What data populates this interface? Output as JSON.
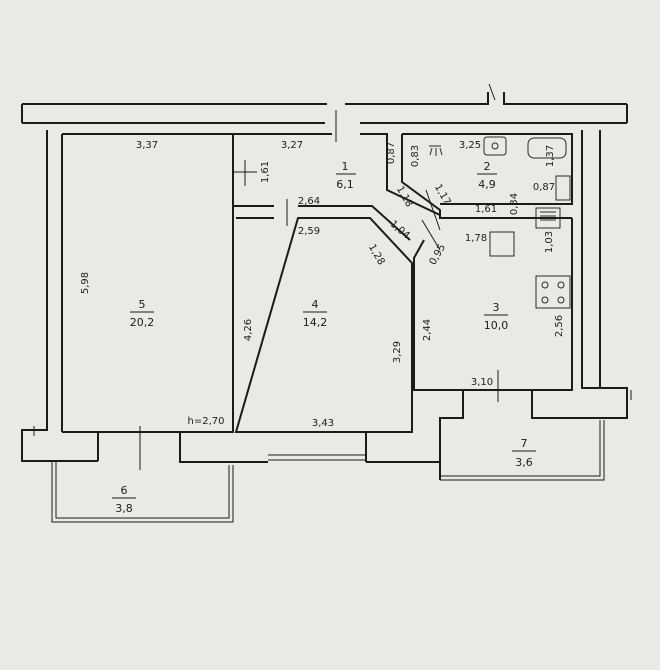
{
  "rooms": [
    {
      "number": "1",
      "area": "6,1"
    },
    {
      "number": "2",
      "area": "4,9"
    },
    {
      "number": "3",
      "area": "10,0"
    },
    {
      "number": "4",
      "area": "14,2"
    },
    {
      "number": "5",
      "area": "20,2"
    },
    {
      "number": "6",
      "area": "3,8"
    },
    {
      "number": "7",
      "area": "3,6"
    }
  ],
  "dimensions": {
    "r5_top": "3,37",
    "r5_height": "5,98",
    "ceiling_height": "h=2,70",
    "r1_top": "3,27",
    "r1_side": "1,61",
    "r1_right": "0,87",
    "r1_bottom_a": "2,64",
    "r4_top": "2,59",
    "r1_diag_a": "1,18",
    "r1_diag_b": "1,17",
    "r2_left": "0,83",
    "r2_top": "3,25",
    "r2_side": "1,37",
    "r2_tub": "0,87",
    "r2_bottom": "1,61",
    "r2_small": "0,34",
    "diag_c": "1,04",
    "diag_d": "1,28",
    "diag_e": "0,95",
    "r3_top": "1,78",
    "r3_small": "1,03",
    "r3_left": "2,44",
    "r3_right": "2,56",
    "r3_bottom": "3,10",
    "r4_left": "4,26",
    "r4_right": "3,29",
    "r4_bottom": "3,43"
  }
}
